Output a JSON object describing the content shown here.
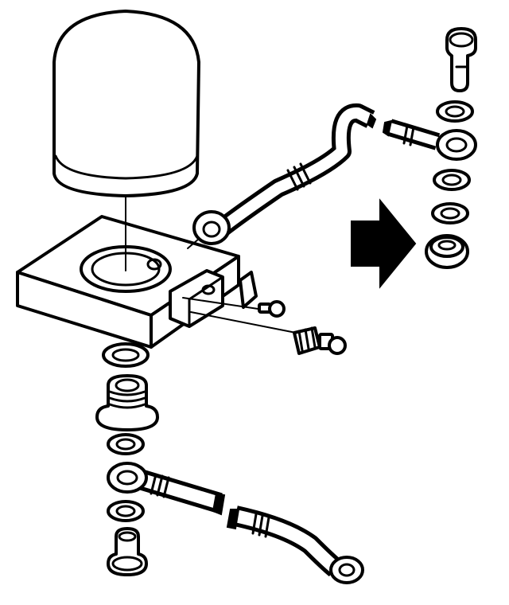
{
  "diagram": {
    "kind": "exploded-view illustration",
    "colors": {
      "ink": "#000000",
      "paper": "#ffffff"
    },
    "components": [
      {
        "id": "oil-filter-canister"
      },
      {
        "id": "filter-adapter-block"
      },
      {
        "id": "upper-oil-line"
      },
      {
        "id": "lower-oil-line"
      },
      {
        "id": "upper-banjo-bolt"
      },
      {
        "id": "lower-banjo-bolt"
      },
      {
        "id": "center-threaded-fitting"
      },
      {
        "id": "sensor-fitting"
      },
      {
        "id": "mounting-bracket"
      },
      {
        "id": "bracket-bolt"
      },
      {
        "id": "sealing-washers"
      },
      {
        "id": "large-o-ring-seal"
      }
    ],
    "arrow": {
      "icon": "arrow-right-icon",
      "direction": "right"
    }
  }
}
